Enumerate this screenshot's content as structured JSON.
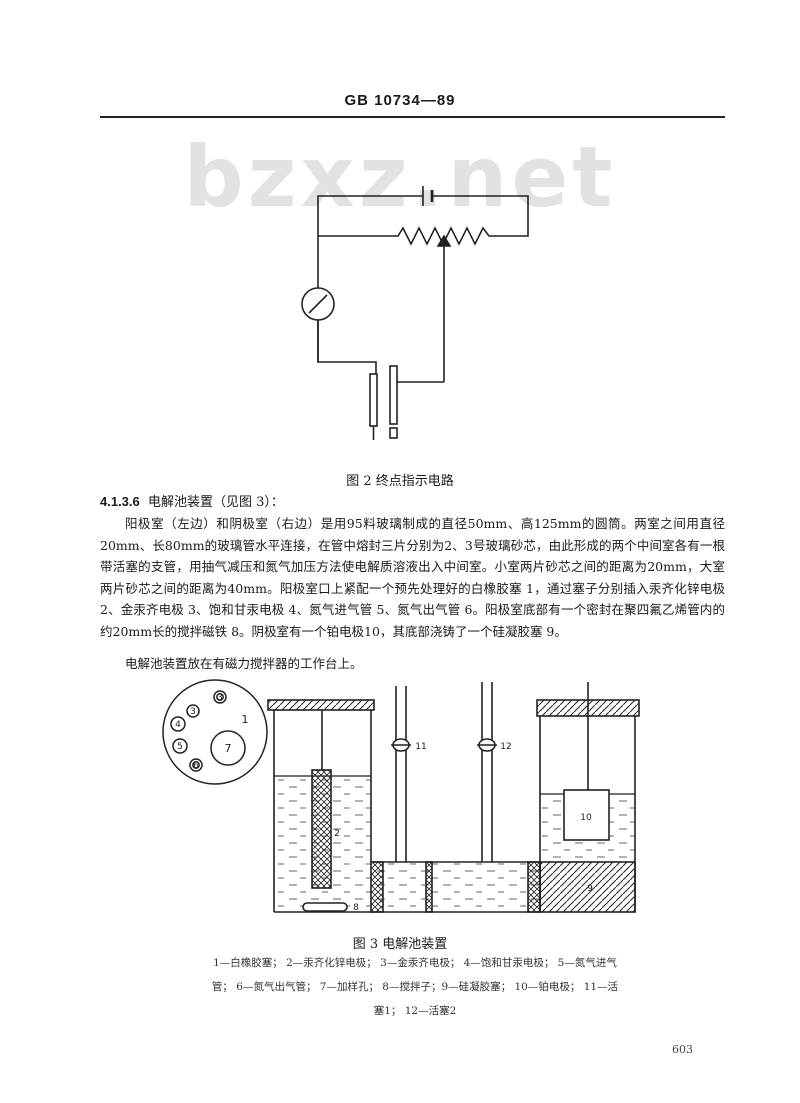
{
  "header": {
    "standard_number": "GB 10734—89"
  },
  "watermark": {
    "text": "bzxz.net"
  },
  "figure2": {
    "caption": "图 2   终点指示电路"
  },
  "section": {
    "number": "4.1.3.6",
    "title": "电解池装置（见图 3）：",
    "paragraph1": "阳极室（左边）和阴极室（右边）是用95料玻璃制成的直径50mm、高125mm的圆筒。两室之间用直径20mm、长80mm的玻璃管水平连接，在管中熔封三片分别为2、3号玻璃砂芯，由此形成的两个中间室各有一根带活塞的支管，用抽气减压和氮气加压方法使电解质溶液出入中间室。小室两片砂芯之间的距离为20mm，大室两片砂芯之间的距离为40mm。阳极室口上紧配一个预先处理好的白橡胶塞 1，通过塞子分别插入汞齐化锌电极 2、金汞齐电极 3、饱和甘汞电极 4、氮气进气管 5、氮气出气管 6。阳极室底部有一个密封在聚四氟乙烯管内的约20mm长的搅拌磁铁 8。阴极室有一个铂电极10，其底部浇铸了一个硅凝胶塞 9。",
    "paragraph2": "电解池装置放在有磁力搅拌器的工作台上。"
  },
  "figure3": {
    "caption": "图 3   电解池装置",
    "legend": "1—白橡胶塞； 2—汞齐化锌电极； 3—金汞齐电极； 4—饱和甘汞电极； 5—氮气进气管； 6—氮气出气管； 7—加样孔； 8—搅拌子；9—硅凝胶塞； 10—铂电极； 11—活塞1； 12—活塞2",
    "labels": {
      "stopper": "1",
      "zinc_electrode": "2",
      "gold_electrode": "3",
      "calomel_electrode": "4",
      "n2_inlet": "5",
      "n2_outlet": "6",
      "sample_hole": "7",
      "stir_bar": "8",
      "silica_gel_plug": "9",
      "platinum_electrode": "10",
      "stopcock1": "11",
      "stopcock2": "12"
    }
  },
  "page_number": "603"
}
